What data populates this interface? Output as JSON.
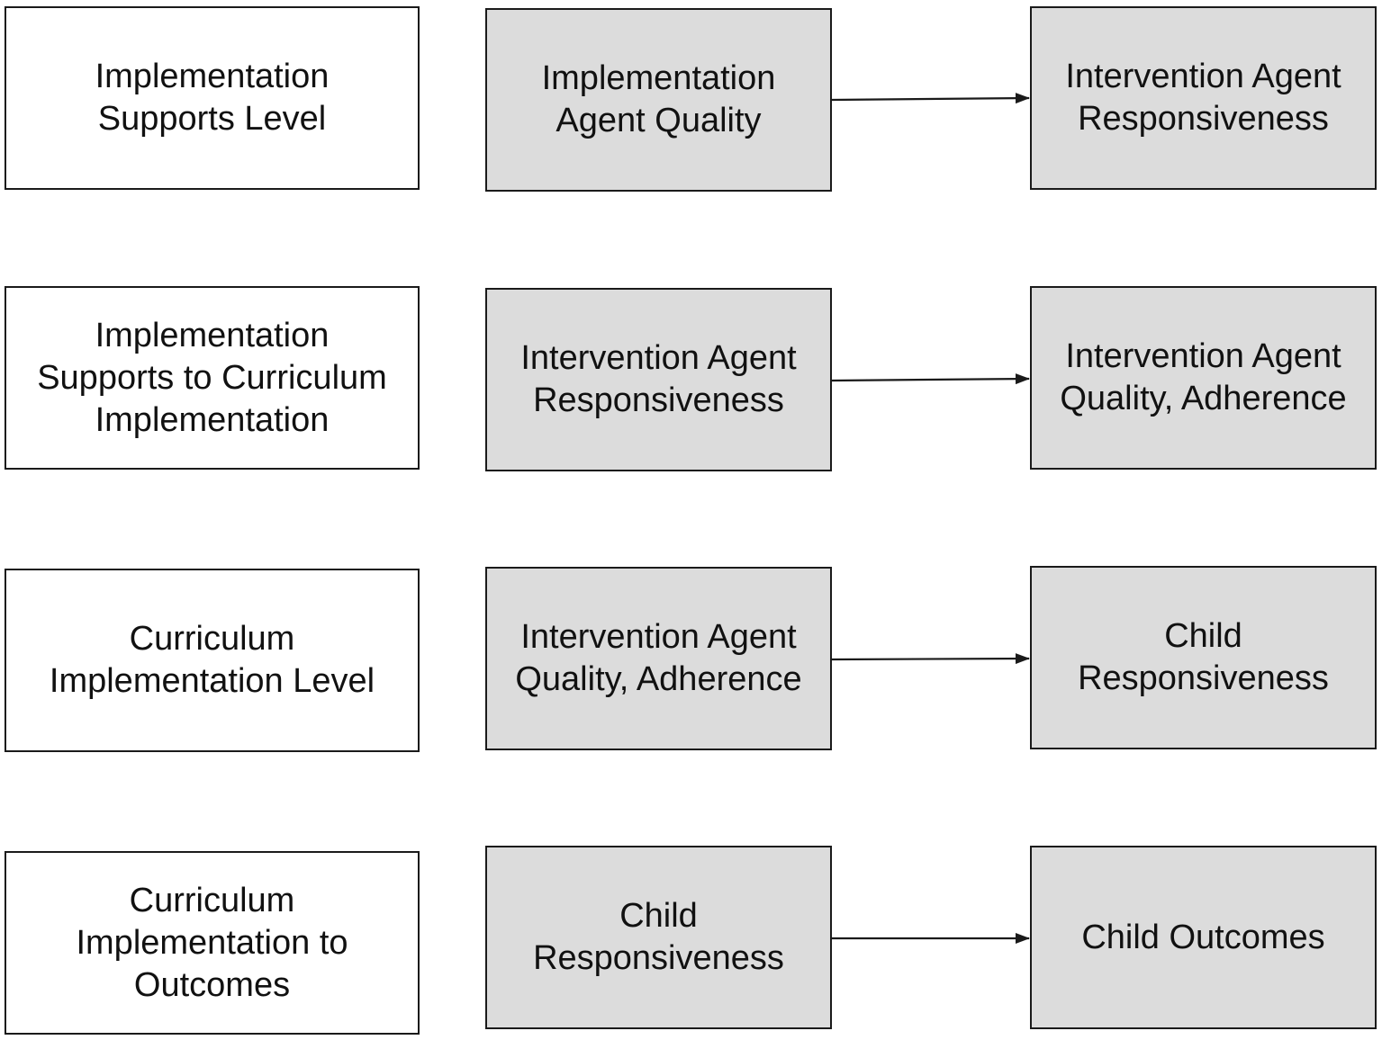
{
  "rows": [
    {
      "level": [
        "Implementation",
        "Supports Level"
      ],
      "source": [
        "Implementation",
        "Agent Quality"
      ],
      "target": [
        "Intervention Agent",
        "Responsiveness"
      ]
    },
    {
      "level": [
        "Implementation",
        "Supports to Curriculum",
        "Implementation"
      ],
      "source": [
        "Intervention Agent",
        "Responsiveness"
      ],
      "target": [
        "Intervention Agent",
        "Quality, Adherence"
      ]
    },
    {
      "level": [
        "Curriculum",
        "Implementation Level"
      ],
      "source": [
        "Intervention Agent",
        "Quality, Adherence"
      ],
      "target": [
        "Child",
        "Responsiveness"
      ]
    },
    {
      "level": [
        "Curriculum",
        "Implementation to",
        "Outcomes"
      ],
      "source": [
        "Child",
        "Responsiveness"
      ],
      "target": [
        "Child Outcomes"
      ]
    }
  ],
  "colors": {
    "label_fill": "#ffffff",
    "shaded_fill": "#dcdcdc",
    "stroke": "#1a1a1a"
  }
}
